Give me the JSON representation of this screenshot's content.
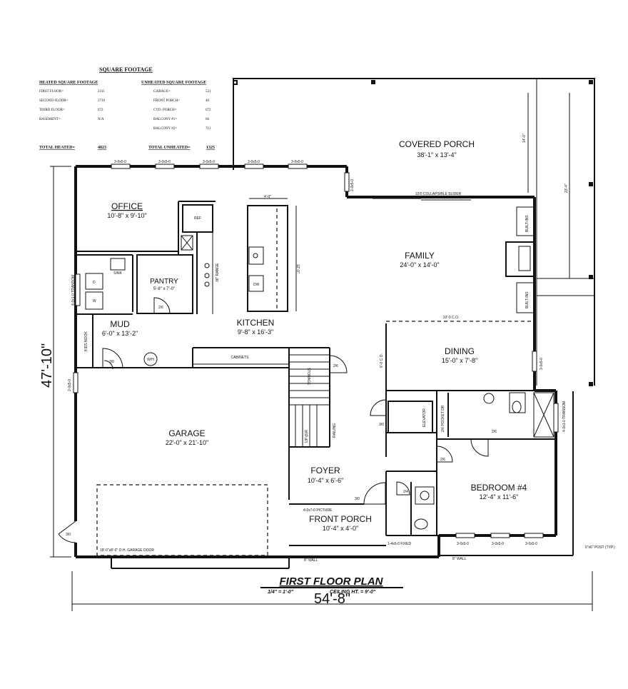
{
  "square_footage": {
    "title": "SQUARE FOOTAGE",
    "heated_header": "HEATED SQUARE FOOTAGE",
    "heated": [
      {
        "label": "FIRST FLOOR=",
        "value": "2311"
      },
      {
        "label": "SECOND FLOOR=",
        "value": "2739"
      },
      {
        "label": "THIRD FLOOR=",
        "value": "672"
      },
      {
        "label": "BASEMENT=",
        "value": "N/A"
      }
    ],
    "unheated_header": "UNHEATED SQUARE FOOTAGE",
    "unheated": [
      {
        "label": "GARAGE=",
        "value": "521"
      },
      {
        "label": "FRONT PORCH=",
        "value": "40"
      },
      {
        "label": "CVD. PORCH=",
        "value": "672"
      },
      {
        "label": "BALCONY #1=",
        "value": "66"
      },
      {
        "label": "BALCONY #2=",
        "value": "711"
      }
    ],
    "total_heated_label": "TOTAL HEATED=",
    "total_heated_value": "4023",
    "total_unheated_label": "TOTAL UNHEATED=",
    "total_unheated_value": "1325"
  },
  "rooms": {
    "covered_porch": {
      "name": "COVERED PORCH",
      "size": "38'-1\" x 13'-4\""
    },
    "office": {
      "name": "OFFICE",
      "size": "10'-8\" x 9'-10\""
    },
    "family": {
      "name": "FAMILY",
      "size": "24'-0\" x 14'-0\""
    },
    "pantry": {
      "name": "PANTRY",
      "size": "5'-8\" x 7'-0\""
    },
    "mud": {
      "name": "MUD",
      "size": "6'-0\" x 13'-2\""
    },
    "kitchen": {
      "name": "KITCHEN",
      "size": "9'-8\" x 16'-3\""
    },
    "dining": {
      "name": "DINING",
      "size": "15'-0\" x 7'-8\""
    },
    "garage": {
      "name": "GARAGE",
      "size": "22'-0\" x 21'-10\""
    },
    "foyer": {
      "name": "FOYER",
      "size": "10'-4\" x 6'-6\""
    },
    "bedroom4": {
      "name": "BEDROOM #4",
      "size": "12'-4\" x 11'-6\""
    },
    "front_porch": {
      "name": "FRONT PORCH",
      "size": "10'-4\" x 4'-0\""
    }
  },
  "labels": {
    "ref": "REF",
    "sink": "SINK",
    "dw": "DW",
    "range": "36\" RANGE",
    "island_w": "4'-0\"",
    "island_h": "12'-0\"",
    "dryer": "D",
    "washer": "W",
    "wh": "W/H",
    "cabinets": "CABINETS",
    "kids_nook": "KIDS NOOK",
    "storage": "STORAGE",
    "up": "UP (6)R",
    "railing": "RAILING",
    "elevator": "ELEVATOR",
    "pocket_dr": "2/6 POCKET DR",
    "built_ins_1": "BUILT-INS",
    "built_ins_2": "BUILT-INS",
    "slider": "12/0 COLLAPSIBLE SLIDER",
    "co": "10'-0 C.O.",
    "co_side": "6'-0 C.O.",
    "picture": "4-0x7-0 PICTURE",
    "fixed": "1-4x6-0 FIXED",
    "wall1": "8\" WALL",
    "wall2": "8\" WALL",
    "garage_door": "18'-0\"x8'-0\" O.H. GARAGE DOOR",
    "post": "6\"x6\" POST (TYP.)",
    "transom_1": "4-0x1-0 TRANSOM",
    "transom_2": "4-0x1-0 TRANSOM",
    "porch_d1": "14'-0\"",
    "porch_d2": "23'-4\"",
    "win_top": [
      "3-0x5-0",
      "3-0x5-0",
      "3-0x5-0",
      "3-0x5-0",
      "3-0x5-0"
    ],
    "win_bed": [
      "3-0x5-0",
      "3-0x5-0",
      "3-0x5-0"
    ],
    "win_side": "2-0x5-0",
    "win_side2": "2-0x5-0",
    "win_dining": "3-0x5-0",
    "d_30a": "3/0",
    "d_30b": "3/0",
    "d_30c": "3/0",
    "d_30d": "3/0",
    "d_26a": "2/6",
    "d_26b": "2/6",
    "d_26c": "2/6",
    "d_26d": "2/6",
    "d_24": "2/4"
  },
  "dimensions": {
    "depth": "47'-10\"",
    "width": "54'-8\""
  },
  "plan_title": {
    "title": "FIRST FLOOR PLAN",
    "scale": "1/4\" = 1'-0\"",
    "ceiling": "CEILING HT. = 9'-0\""
  }
}
